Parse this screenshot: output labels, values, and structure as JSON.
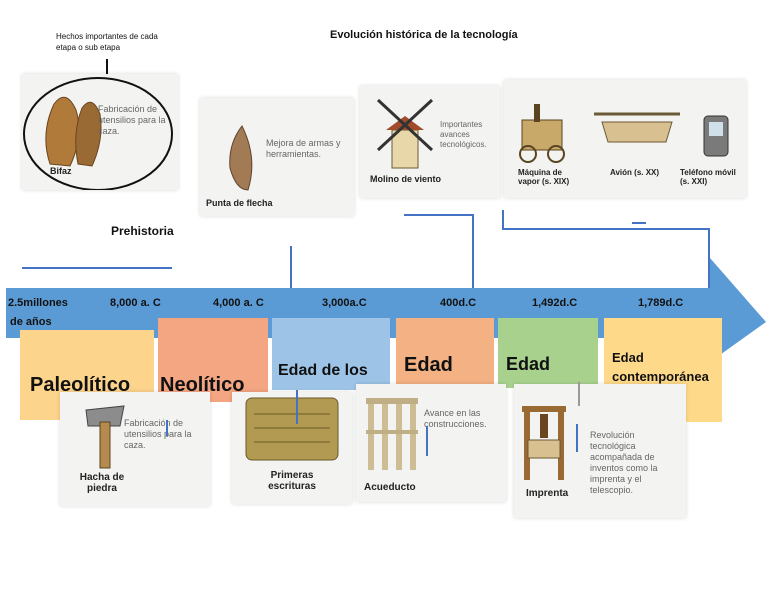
{
  "header": {
    "title": "Evolución histórica de la tecnología",
    "note": "Hechos importantes de cada etapa o sub etapa",
    "prehistory": "Prehistoria"
  },
  "dates": [
    "2.5millones",
    "de años",
    "8,000 a. C",
    "4,000 a. C",
    "3,000a.C",
    "400d.C",
    "1,492d.C",
    "1,789d.C"
  ],
  "eras": {
    "paleolitico": "Paleolítico",
    "neolitico": "Neolítico",
    "metales": "Edad de los",
    "antigua": "Edad",
    "media": "Edad",
    "contemporanea": "Edad contemporánea"
  },
  "cards": {
    "bifaz": {
      "caption": "Bifaz",
      "desc": "Fabricación de utensilios para la caza."
    },
    "flecha": {
      "caption": "Punta de flecha",
      "desc": "Mejora de armas y herramientas."
    },
    "molino": {
      "caption": "Molino de viento",
      "desc": "Importantes avances tecnológicos."
    },
    "vapor": {
      "caption": "Máquina de vapor (s. XIX)"
    },
    "avion": {
      "caption": "Avión (s. XX)"
    },
    "telefono": {
      "caption": "Teléfono móvil (s. XXI)"
    },
    "hacha": {
      "caption": "Hacha de piedra",
      "desc": "Fabricación de utensilios para la caza."
    },
    "escrituras": {
      "caption": "Primeras escrituras"
    },
    "acueducto": {
      "caption": "Acueducto",
      "desc": "Avance en las construcciones."
    },
    "imprenta": {
      "caption": "Imprenta",
      "desc": "Revolución tecnológica acompañada de inventos como la imprenta y el telescopio."
    }
  },
  "colors": {
    "arrow": "#5b9bd5",
    "paleolitico": "#fcd48c",
    "neolitico": "#f4a582",
    "metales": "#9dc3e6",
    "antigua": "#f4b183",
    "media": "#a9d18e",
    "contemporanea": "#ffd98a",
    "line": "#4472c4"
  }
}
